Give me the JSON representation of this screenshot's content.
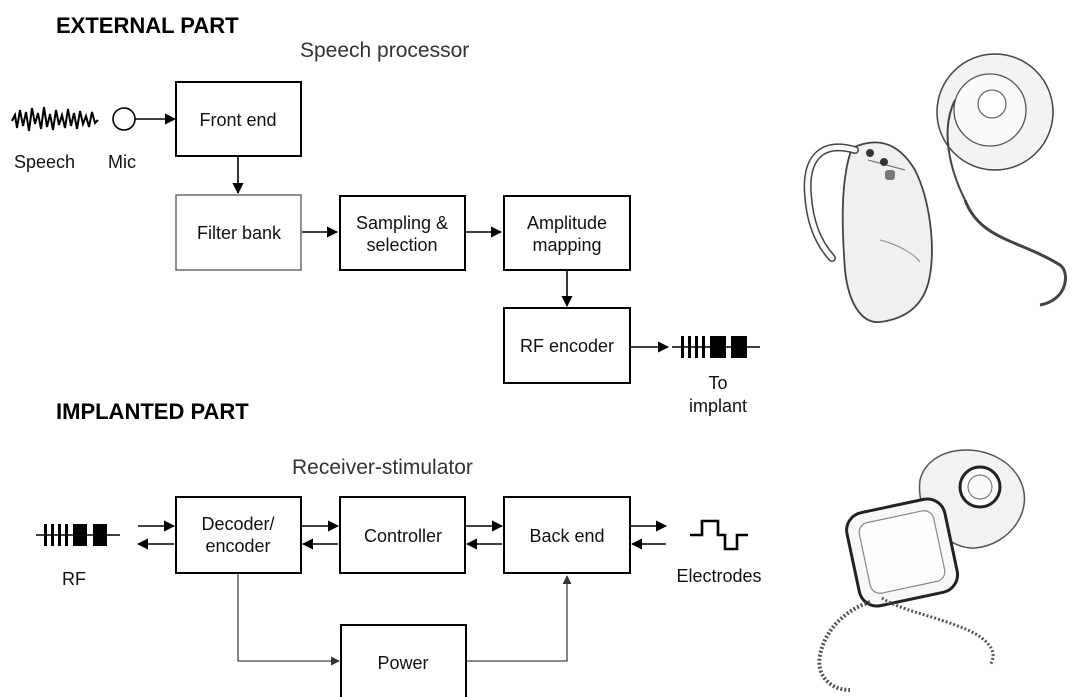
{
  "sections": {
    "external": "EXTERNAL PART",
    "implanted": "IMPLANTED PART"
  },
  "groups": {
    "speech_processor": "Speech processor",
    "receiver_stimulator": "Receiver-stimulator"
  },
  "external_blocks": {
    "front_end": [
      "Front end"
    ],
    "filter_bank": [
      "Filter bank"
    ],
    "sampling": [
      "Sampling &",
      "selection"
    ],
    "amplitude": [
      "Amplitude",
      "mapping"
    ],
    "rf_encoder": [
      "RF encoder"
    ]
  },
  "implant_blocks": {
    "decoder": [
      "Decoder/",
      "encoder"
    ],
    "controller": [
      "Controller"
    ],
    "back_end": [
      "Back end"
    ],
    "power": [
      "Power"
    ]
  },
  "labels": {
    "speech": "Speech",
    "mic": "Mic",
    "to_implant": [
      "To",
      "implant"
    ],
    "rf": "RF",
    "electrodes": "Electrodes"
  },
  "illustrations": {
    "external_device": "behind-the-ear-processor",
    "implanted_device": "receiver-stimulator-implant"
  }
}
